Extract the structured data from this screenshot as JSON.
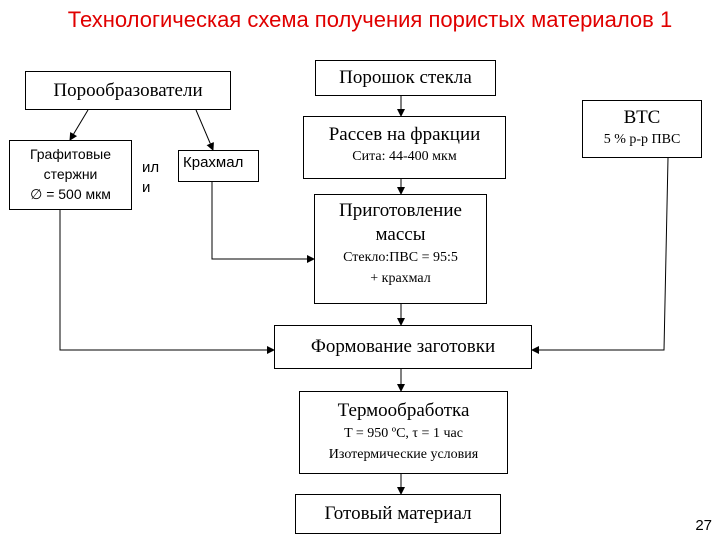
{
  "title": "Технологическая схема получения пористых материалов 1",
  "colors": {
    "title": "#e00000",
    "line": "#000000"
  },
  "nodes": {
    "poroobr": {
      "label": "Порообразователи"
    },
    "grafit": {
      "line1": "Графитовые",
      "line2": "стержни",
      "line3": "∅ = 500 мкм"
    },
    "ili": "или",
    "krahmal": {
      "label": "Крахмал"
    },
    "poroshok": {
      "label": "Порошок стекла"
    },
    "rassev": {
      "label": "Рассев на фракции",
      "sub": "Сита: 44-400 мкм"
    },
    "prigot": {
      "line1": "Приготовление",
      "line2": "массы",
      "sub1": "Стекло:ПВС = 95:5",
      "sub2": "+ крахмал"
    },
    "vts": {
      "label": "ВТС",
      "sub": "5 % р-р ПВС"
    },
    "formovanie": {
      "label": "Формование заготовки"
    },
    "termo": {
      "label": "Термообработка",
      "sub1": "T = 950 ºC, τ = 1 час",
      "sub2": "Изотермические условия"
    },
    "gotovy": {
      "label": "Готовый материал"
    }
  },
  "page_number": "27"
}
